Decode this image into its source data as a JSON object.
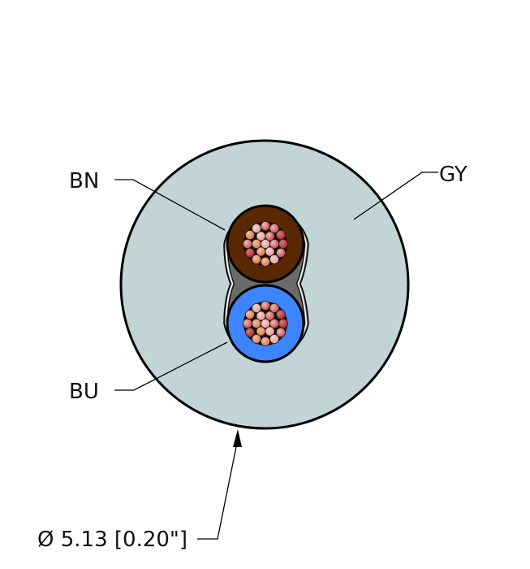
{
  "diagram": {
    "type": "cable-cross-section",
    "labels": {
      "brown_core": "BN",
      "blue_core": "BU",
      "jacket": "GY",
      "diameter": "Ø 5.13 [0.20\"]"
    },
    "colors": {
      "jacket": "#c2d4d6",
      "brown_insulation": "#5a2800",
      "blue_insulation": "#3d84ff",
      "filler": "#6a6a6a",
      "outline": "#000000"
    }
  }
}
